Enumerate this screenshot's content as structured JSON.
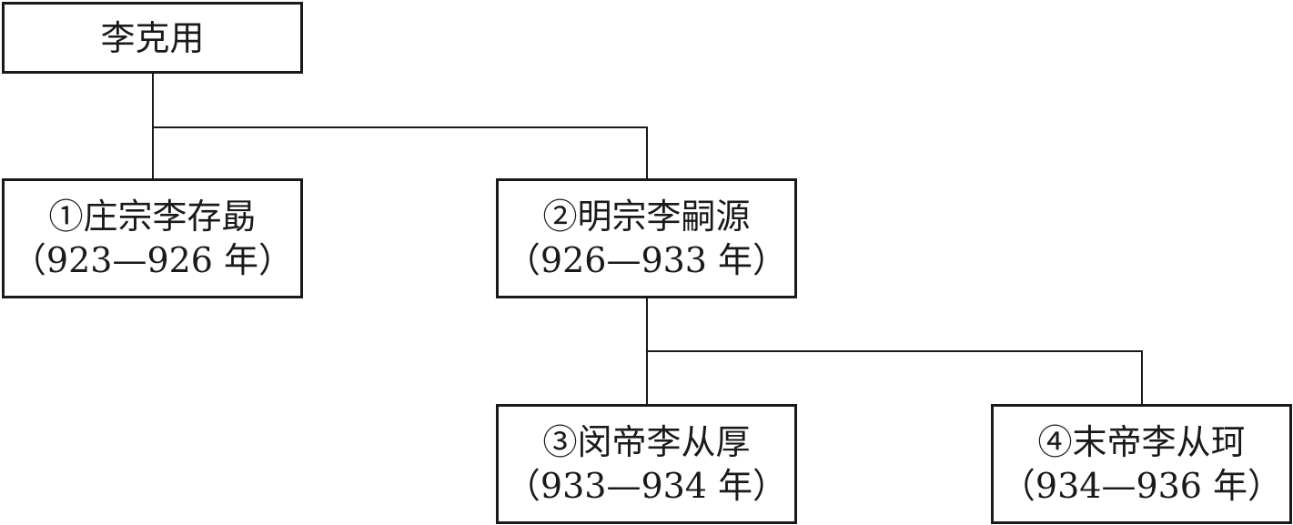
{
  "root": {
    "name": "李克用"
  },
  "nodes": [
    {
      "title": "①庄宗李存勗",
      "reign": "（923—926 年）"
    },
    {
      "title": "②明宗李嗣源",
      "reign": "（926—933 年）"
    },
    {
      "title": "③闵帝李从厚",
      "reign": "（933—934 年）"
    },
    {
      "title": "④末帝李从珂",
      "reign": "（934—936 年）"
    }
  ],
  "colors": {
    "line": "#1a1a1a",
    "background": "#ffffff"
  }
}
